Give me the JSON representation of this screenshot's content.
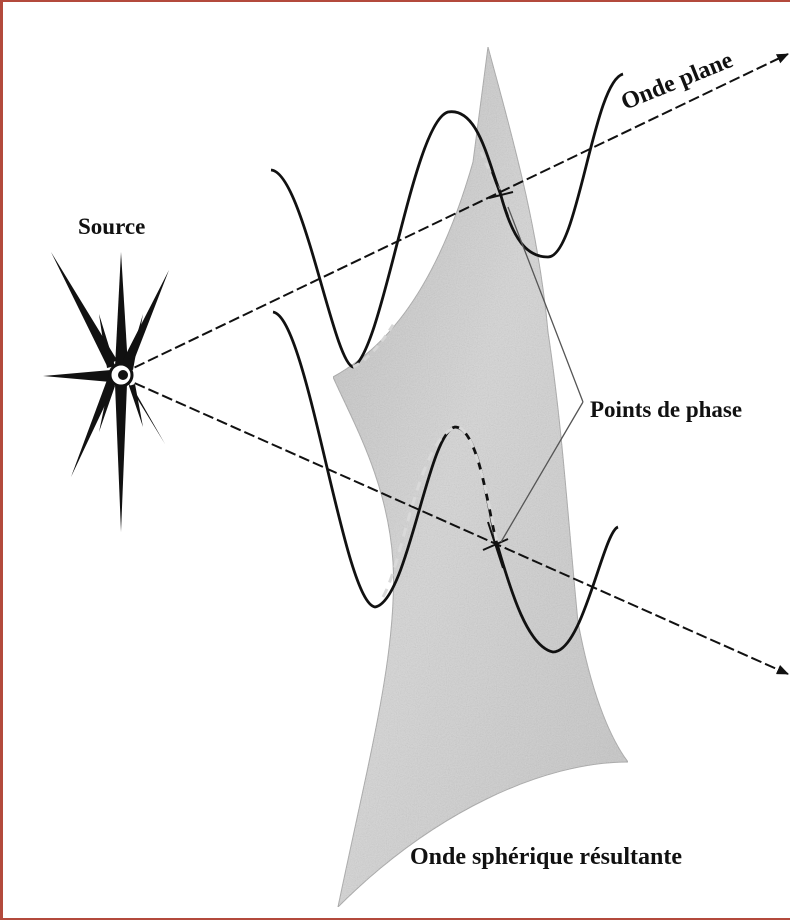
{
  "labels": {
    "source": "Source",
    "plane_wave": "Onde plane",
    "phase_points": "Points de phase",
    "spherical_wave": "Onde sphérique résultante"
  },
  "colors": {
    "frame": "#b34a3c",
    "ink": "#111111",
    "surface": "#cfcfcf"
  }
}
